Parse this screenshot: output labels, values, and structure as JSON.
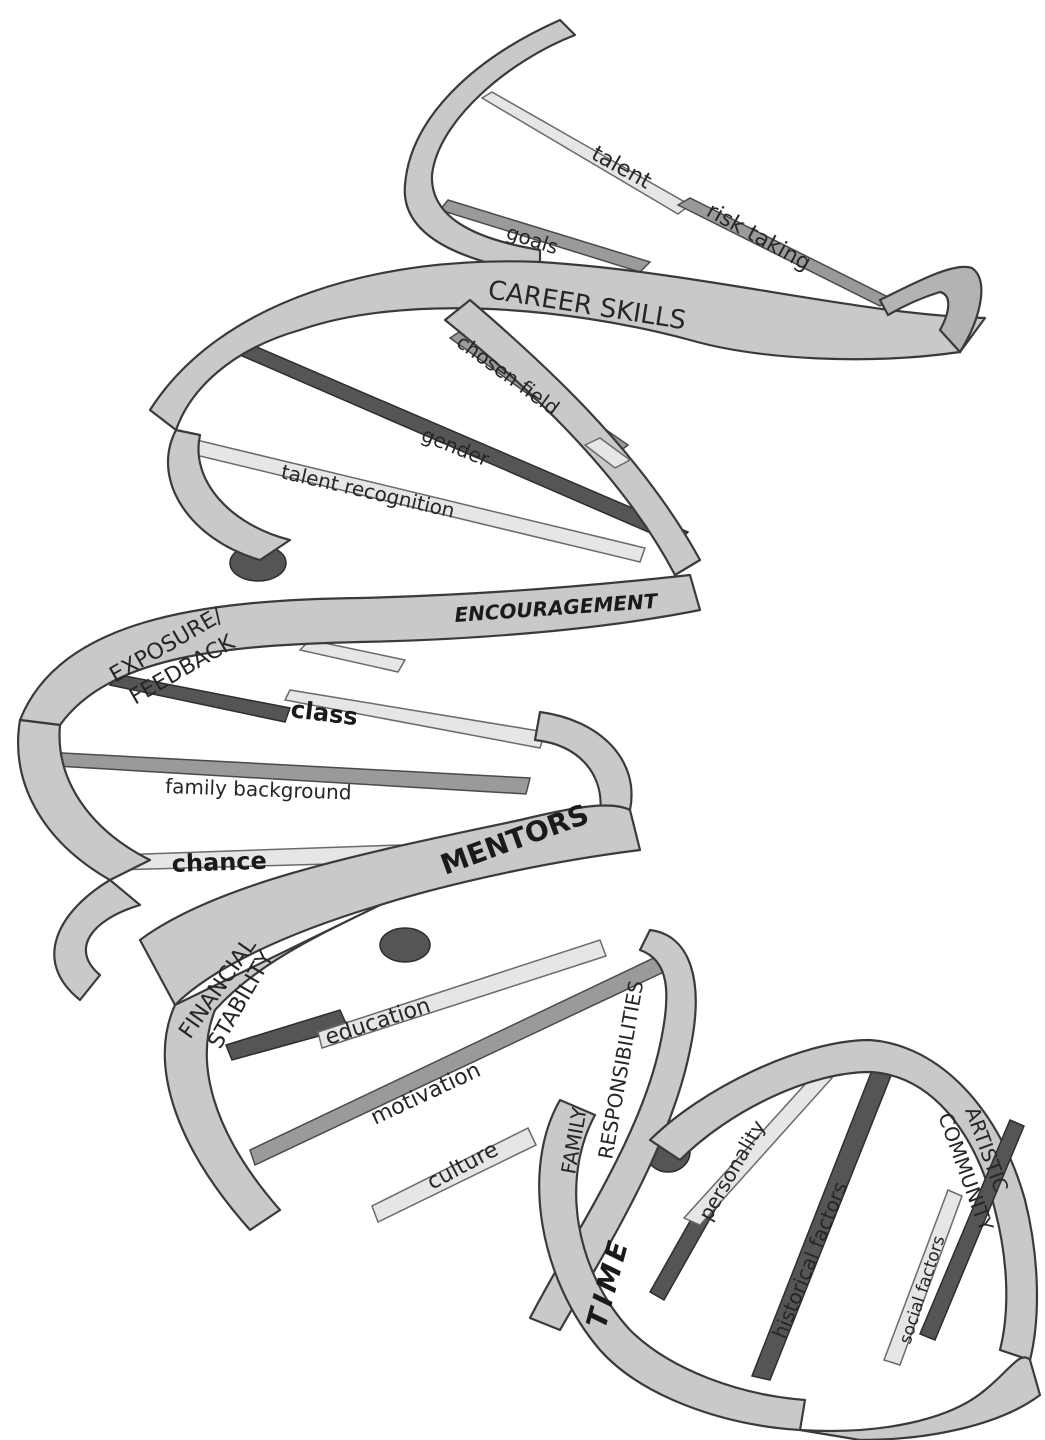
{
  "strand_labels": {
    "career_skills": "CAREER SKILLS",
    "encouragement": "ENCOURAGEMENT",
    "exposure_feedback_line1": "EXPOSURE/",
    "exposure_feedback_line2": "FEEDBACK",
    "mentors": "MENTORS",
    "financial_stability_line1": "FINANCIAL",
    "financial_stability_line2": "STABILITY",
    "family_responsibilities_line1": "FAMILY",
    "family_responsibilities_line2": "RESPONSIBILITIES",
    "time": "TIME",
    "artistic_community_line1": "ARTISTIC",
    "artistic_community_line2": "COMMUNITY"
  },
  "rung_labels": {
    "talent": "talent",
    "risk_taking": "risk taking",
    "goals": "goals",
    "chosen_field": "chosen field",
    "gender": "gender",
    "talent_recognition": "talent recognition",
    "class": "class",
    "family_background": "family background",
    "chance": "chance",
    "education": "education",
    "motivation": "motivation",
    "culture": "culture",
    "personality": "personality",
    "historical_factors": "historical factors",
    "social_factors": "social factors"
  },
  "colors": {
    "ribbon": "#c9c9c9",
    "rung_light": "#e6e6e6",
    "rung_mid": "#9a9a9a",
    "rung_dark": "#555555"
  }
}
